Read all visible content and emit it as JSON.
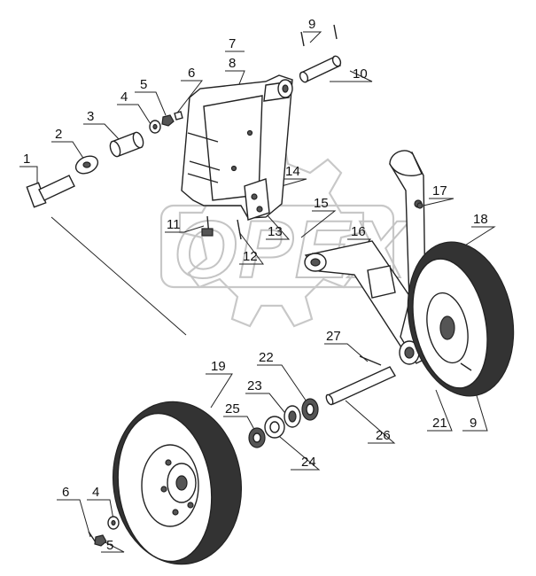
{
  "diagram": {
    "watermark_text": "OPEX",
    "callouts": [
      {
        "id": "c1",
        "text": "1"
      },
      {
        "id": "c2",
        "text": "2"
      },
      {
        "id": "c3",
        "text": "3"
      },
      {
        "id": "c4a",
        "text": "4"
      },
      {
        "id": "c5a",
        "text": "5"
      },
      {
        "id": "c6a",
        "text": "6"
      },
      {
        "id": "c7",
        "text": "7"
      },
      {
        "id": "c8",
        "text": "8"
      },
      {
        "id": "c9a",
        "text": "9"
      },
      {
        "id": "c10",
        "text": "10"
      },
      {
        "id": "c11",
        "text": "11"
      },
      {
        "id": "c12",
        "text": "12"
      },
      {
        "id": "c13",
        "text": "13"
      },
      {
        "id": "c14",
        "text": "14"
      },
      {
        "id": "c15",
        "text": "15"
      },
      {
        "id": "c16",
        "text": "16"
      },
      {
        "id": "c17",
        "text": "17"
      },
      {
        "id": "c18",
        "text": "18"
      },
      {
        "id": "c19",
        "text": "19"
      },
      {
        "id": "c21",
        "text": "21"
      },
      {
        "id": "c9b",
        "text": "9"
      },
      {
        "id": "c22",
        "text": "22"
      },
      {
        "id": "c23",
        "text": "23"
      },
      {
        "id": "c24",
        "text": "24"
      },
      {
        "id": "c25",
        "text": "25"
      },
      {
        "id": "c26",
        "text": "26"
      },
      {
        "id": "c27",
        "text": "27"
      },
      {
        "id": "c6b",
        "text": "6"
      },
      {
        "id": "c4b",
        "text": "4"
      },
      {
        "id": "c5b",
        "text": "5"
      }
    ]
  }
}
